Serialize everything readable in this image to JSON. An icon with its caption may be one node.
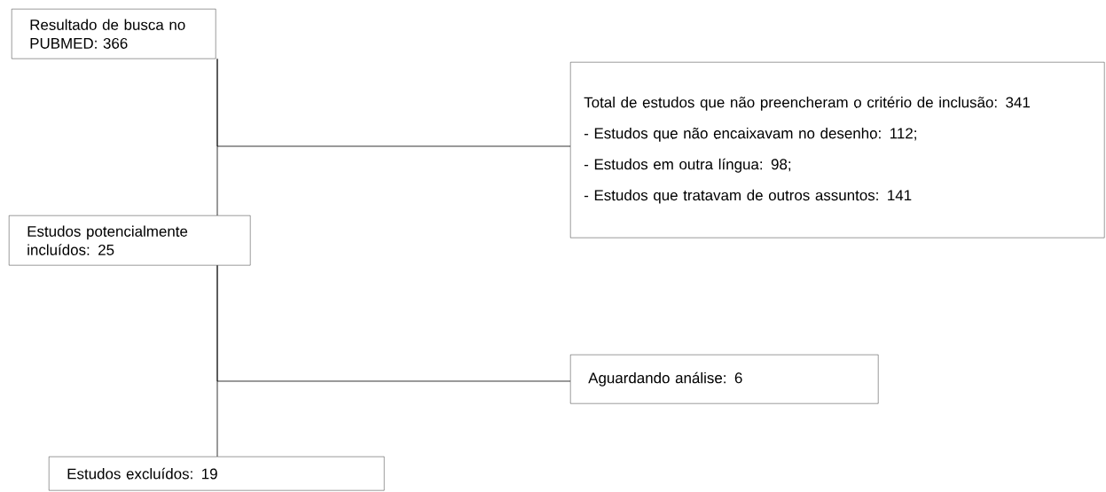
{
  "diagram": {
    "nodes": [
      {
        "text": [
          "Resultado de busca no PUBMED: 366"
        ]
      },
      {
        "text": [
          "Total de estudos que não preencheram o critério de inclusão: 341",
          "- Estudos que não encaixavam no desenho: 112;",
          "- Estudos em outra língua: 98;",
          "- Estudos que tratavam de outros assuntos: 141"
        ]
      },
      {
        "text": [
          "Estudos potencialmente incluídos: 25"
        ]
      },
      {
        "text": [
          "Aguardando análise: 6"
        ]
      },
      {
        "text": [
          "Estudos excluídos: 19"
        ]
      }
    ],
    "edges": [
      {
        "from": 0,
        "to": 2,
        "arrow": "none"
      },
      {
        "from": 0,
        "to": 1,
        "arrow": "none"
      },
      {
        "from": 2,
        "to": 4,
        "arrow": "none"
      },
      {
        "from": 2,
        "to": 3,
        "arrow": "none"
      }
    ]
  }
}
